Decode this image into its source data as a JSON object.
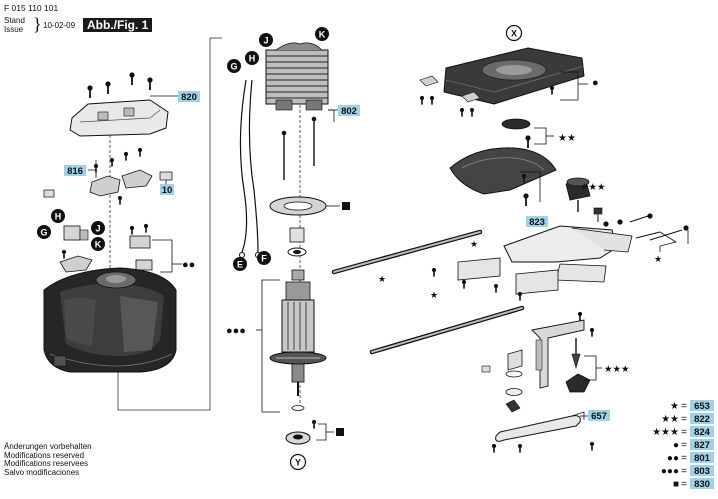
{
  "header": {
    "doc_number": "F 015 110 101",
    "stand_label": "Stand",
    "issue_label": "Issue",
    "date": "10-02-09",
    "figure_title": "Abb./Fig. 1"
  },
  "footer_notes": [
    "Änderungen vorbehalten",
    "Modifications reserved",
    "Modifications reservees",
    "Salvo modificaciones"
  ],
  "part_labels": {
    "p820": "820",
    "p816": "816",
    "p10": "10",
    "p802": "802",
    "p823": "823",
    "p657": "657"
  },
  "circle_labels": {
    "G1": "G",
    "H1": "H",
    "J1": "J",
    "K1": "K",
    "H2": "H",
    "J2": "J",
    "G2": "G",
    "K2": "K",
    "E": "E",
    "F": "F",
    "X": "X",
    "Y": "Y"
  },
  "legend": [
    {
      "symbol": "★",
      "code": "653"
    },
    {
      "symbol": "★★",
      "code": "822"
    },
    {
      "symbol": "★★★",
      "code": "824"
    },
    {
      "symbol": "●",
      "code": "827"
    },
    {
      "symbol": "●●",
      "code": "801"
    },
    {
      "symbol": "●●●",
      "code": "803"
    },
    {
      "symbol": "■",
      "code": "830"
    }
  ],
  "legend_equals": "=",
  "colors": {
    "label_fill": "#9fd2e8",
    "ink": "#111111",
    "housing_dark": "#1f1f1f",
    "housing_mid": "#5a5a5a",
    "part_light": "#d8d8d8"
  }
}
